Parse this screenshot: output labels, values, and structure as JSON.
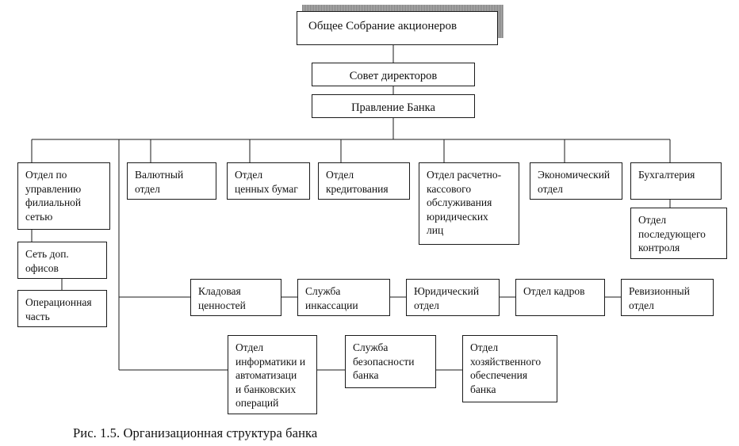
{
  "figure": {
    "caption": "Рис. 1.5. Организационная структура банка",
    "language": "ru",
    "type": "organizational-chart",
    "line_color": "#1a1a1a",
    "background_color": "#ffffff",
    "shadow_color": "#8d8d8d"
  },
  "nodes": {
    "shareholders_meeting": "Общее Собрание акционеров",
    "board_of_directors": "Совет директоров",
    "bank_management": "Правление Банка",
    "branch_network_dept": "Отдел по\nуправлению\nфилиальной\nсетью",
    "additional_offices_network": "Сеть доп.\nофисов",
    "operations_unit": "Операционная\nчасть",
    "currency_dept": "Валютный\nотдел",
    "securities_dept": "Отдел\nценных бумаг",
    "lending_dept": "Отдел\nкредитования",
    "settlement_cash_services_dept": "Отдел расчетно-\nкассового\nобслуживания\nюридических\nлиц",
    "economic_dept": "Экономический\nотдел",
    "accounting_dept": "Бухгалтерия",
    "subsequent_control_dept": "Отдел\nпоследующего\nконтроля",
    "valuables_storeroom": "Кладовая\nценностей",
    "collection_service": "Служба\nинкассации",
    "legal_dept": "Юридический\nотдел",
    "hr_dept": "Отдел кадров",
    "audit_dept": "Ревизионный\nотдел",
    "it_automation_dept": "Отдел\nинформатики и\nавтоматизаци\nи банковских\nопераций",
    "bank_security_service": "Служба\nбезопасности\nбанка",
    "facilities_support_dept": "Отдел\nхозяйственного\nобеспечения\nбанка"
  }
}
